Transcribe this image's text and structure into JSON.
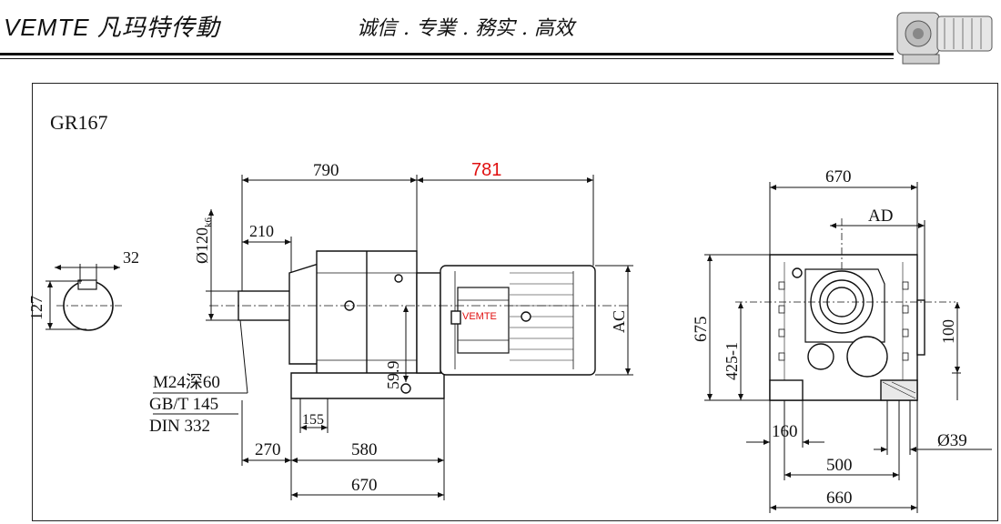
{
  "header": {
    "brand": "VEMTE 凡玛特传動",
    "motto": "诚信 . 专業 . 務实 . 高效",
    "logo_icon": "gear-motor-icon"
  },
  "drawing": {
    "model": "GR167",
    "watermark": "VEMTE",
    "side_view": {
      "dim_790": "790",
      "dim_781": "781",
      "dim_670_top": "670",
      "dim_ad": "AD",
      "dim_shaft_dia": "Ø120",
      "dim_shaft_tol": "k6",
      "dim_210": "210",
      "dim_32": "32",
      "dim_127": "127",
      "dim_ac": "AC",
      "dim_59_9": "59.9",
      "dim_155": "155",
      "dim_270": "270",
      "dim_580": "580",
      "dim_670_bottom": "670",
      "note_line1": "M24深60",
      "note_line2": "GB/T 145",
      "note_line3": "DIN 332"
    },
    "end_view": {
      "dim_675": "675",
      "dim_425": "425-1",
      "dim_100": "100",
      "dim_160": "160",
      "dim_39": "Ø39",
      "dim_500": "500",
      "dim_660": "660"
    }
  }
}
